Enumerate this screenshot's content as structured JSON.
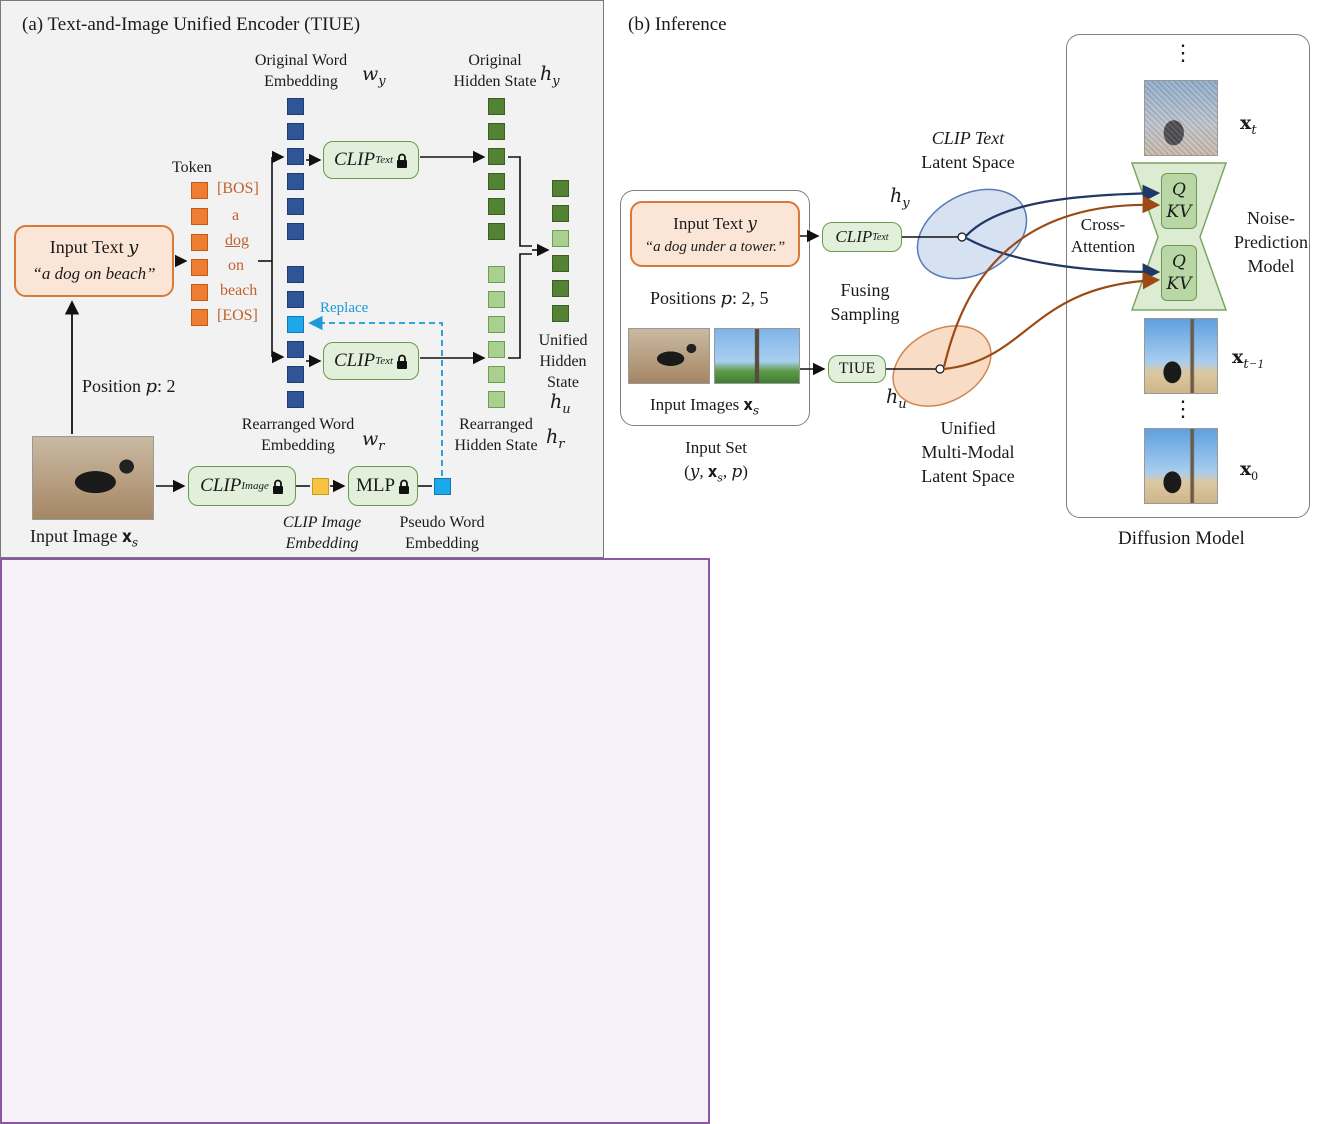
{
  "panel_a": {
    "title": "(a) Text-and-Image Unified Encoder (TIUE)",
    "input_text_title": "Input Text 𝑦",
    "input_text_quote": "“a dog on beach”",
    "token_label": "Token",
    "tokens": [
      "[BOS]",
      "a",
      "dog",
      "on",
      "beach",
      "[EOS]"
    ],
    "original_word_embedding": [
      "Original Word",
      "Embedding"
    ],
    "w_y": "𝑤",
    "w_y_sub": "𝑦",
    "original_hidden_state": [
      "Original",
      "Hidden State"
    ],
    "h_y": "ℎ",
    "h_y_sub": "𝑦",
    "clip_text": "CLIP",
    "clip_text_sub": "Text",
    "replace_label": "Replace",
    "unified_hidden_state": [
      "Unified",
      "Hidden",
      "State"
    ],
    "h_u": "ℎ",
    "h_u_sub": "𝑢",
    "rearranged_word_embedding": [
      "Rearranged Word",
      "Embedding"
    ],
    "w_r": "𝑤",
    "w_r_sub": "𝑟",
    "rearranged_hidden_state": [
      "Rearranged",
      "Hidden State"
    ],
    "h_r": "ℎ",
    "h_r_sub": "𝑟",
    "position_label": "Position 𝑝: 2",
    "input_image_label": "Input Image 𝐱",
    "input_image_sub": "𝑠",
    "clip_image": "CLIP",
    "clip_image_sub": "Image",
    "mlp": "MLP",
    "clip_image_embedding": [
      "CLIP Image",
      "Embedding"
    ],
    "pseudo_word_embedding": [
      "Pseudo Word",
      "Embedding"
    ]
  },
  "panel_b": {
    "title": "(b) Inference",
    "input_text_title": "Input Text 𝑦",
    "input_text_quote": "“a dog under a tower.”",
    "positions_label": "Positions 𝑝: 2, 5",
    "input_images_label": "Input Images 𝐱",
    "input_images_sub": "𝑠",
    "input_set": [
      "Input Set",
      "(𝑦, 𝐱",
      "𝑠",
      ", 𝑝)"
    ],
    "clip_text": "CLIP",
    "clip_text_sub": "Text",
    "tiue": "TIUE",
    "fusing_sampling": [
      "Fusing",
      "Sampling"
    ],
    "h_y": "ℎ",
    "h_y_sub": "𝑦",
    "h_u": "ℎ",
    "h_u_sub": "𝑢",
    "clip_latent": [
      "CLIP Text",
      "Latent Space"
    ],
    "unified_latent": [
      "Unified",
      "Multi-Modal",
      "Latent Space"
    ],
    "cross_attention": [
      "Cross-",
      "Attention"
    ],
    "q": "𝑄",
    "kv": "𝐾𝑉",
    "noise_model": [
      "Noise-",
      "Prediction",
      "Model"
    ],
    "x_t": "𝐱",
    "x_t_sub": "𝑡",
    "x_t1": "𝐱",
    "x_t1_sub": "𝑡−1",
    "x_0": "𝐱",
    "x_0_sub": "0",
    "dots": "⋮",
    "diffusion_model": "Diffusion Model"
  },
  "colors": {
    "panel_a_bg": "#f2f2f2",
    "panel_b_border": "#8a57a8",
    "token_orange": "#ee7d31",
    "word_blue": "#2f5597",
    "pseudo_cyan": "#1ea8ec",
    "hidden_dark_green": "#548235",
    "hidden_light_green": "#a9d08e",
    "clip_box_green": "#e2efda",
    "input_box_orange": "#fbe5d6",
    "arrow_navy": "#1f3864",
    "arrow_brown": "#9c4a14"
  }
}
